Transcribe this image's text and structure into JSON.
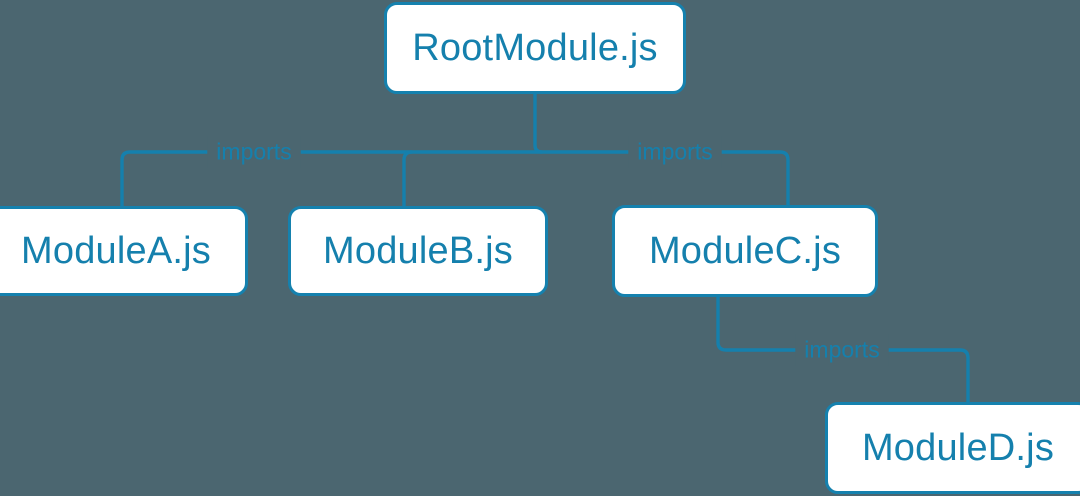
{
  "diagram": {
    "type": "module-dependency-tree",
    "background_color": "#4b6670",
    "accent_color": "#1580ad",
    "node_fill_color": "#ffffff",
    "nodes": [
      {
        "id": "root",
        "label": "RootModule.js"
      },
      {
        "id": "moduleA",
        "label": "ModuleA.js"
      },
      {
        "id": "moduleB",
        "label": "ModuleB.js"
      },
      {
        "id": "moduleC",
        "label": "ModuleC.js"
      },
      {
        "id": "moduleD",
        "label": "ModuleD.js"
      }
    ],
    "edges": [
      {
        "from": "root",
        "to": "moduleA",
        "label": "imports"
      },
      {
        "from": "root",
        "to": "moduleB",
        "label": ""
      },
      {
        "from": "root",
        "to": "moduleC",
        "label": "imports"
      },
      {
        "from": "moduleC",
        "to": "moduleD",
        "label": "imports"
      }
    ],
    "edge_labels": [
      {
        "id": "imports-left",
        "text": "imports"
      },
      {
        "id": "imports-right",
        "text": "imports"
      },
      {
        "id": "imports-bottom",
        "text": "imports"
      }
    ]
  }
}
